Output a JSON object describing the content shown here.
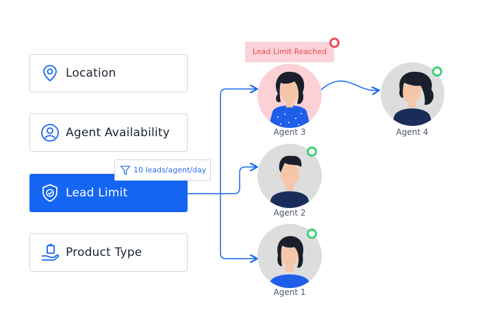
{
  "criteria": [
    {
      "label": "Location",
      "icon": "location-pin-icon",
      "active": false
    },
    {
      "label": "Agent Availability",
      "icon": "user-circle-icon",
      "active": false
    },
    {
      "label": "Lead Limit",
      "icon": "shield-check-icon",
      "active": true
    },
    {
      "label": "Product Type",
      "icon": "hand-bag-icon",
      "active": false
    }
  ],
  "filter_tag": {
    "icon": "filter-funnel-icon",
    "text": "10 leads/agent/day"
  },
  "alert_tag": {
    "text": "Lead Limit Reached"
  },
  "agents": {
    "agent3": {
      "name": "Agent 3",
      "status": "limit-reached"
    },
    "agent4": {
      "name": "Agent 4",
      "status": "available"
    },
    "agent2": {
      "name": "Agent 2",
      "status": "available"
    },
    "agent1": {
      "name": "Agent 1",
      "status": "available"
    }
  },
  "colors": {
    "accent": "#1565f3",
    "available": "#3ccf78",
    "limit": "#ee4a5c",
    "alert_bg": "#fbd3d8"
  }
}
